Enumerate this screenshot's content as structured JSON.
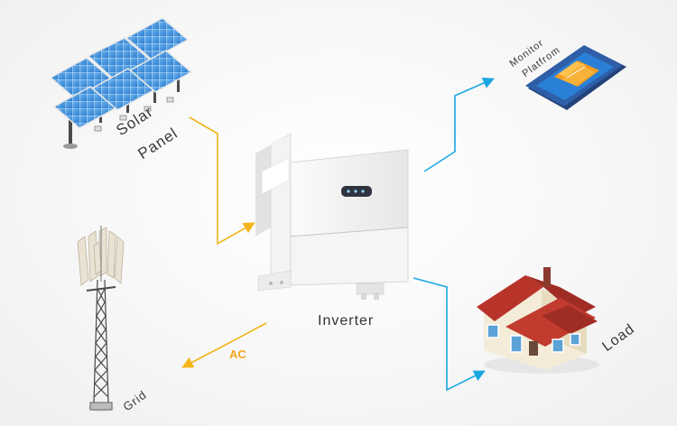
{
  "labels": {
    "solar_line1": "Solar",
    "solar_line2": "Panel",
    "monitor_line1": "Monitor",
    "monitor_line2": "Platfrom",
    "inverter": "Inverter",
    "load": "Load",
    "grid": "Grid",
    "ac": "AC"
  },
  "colors": {
    "dc_flow": "#f4b41a",
    "ac_flow": "#f4b41a",
    "data_flow": "#1aa7e0",
    "panel_blue": "#3f8fd8",
    "roof_red": "#b8342a",
    "phone_blue": "#2f5ea8",
    "folder_orange": "#f59a1e"
  },
  "icons": [
    "solar-panel-icon",
    "inverter-icon",
    "phone-monitor-icon",
    "house-icon",
    "grid-tower-icon"
  ]
}
